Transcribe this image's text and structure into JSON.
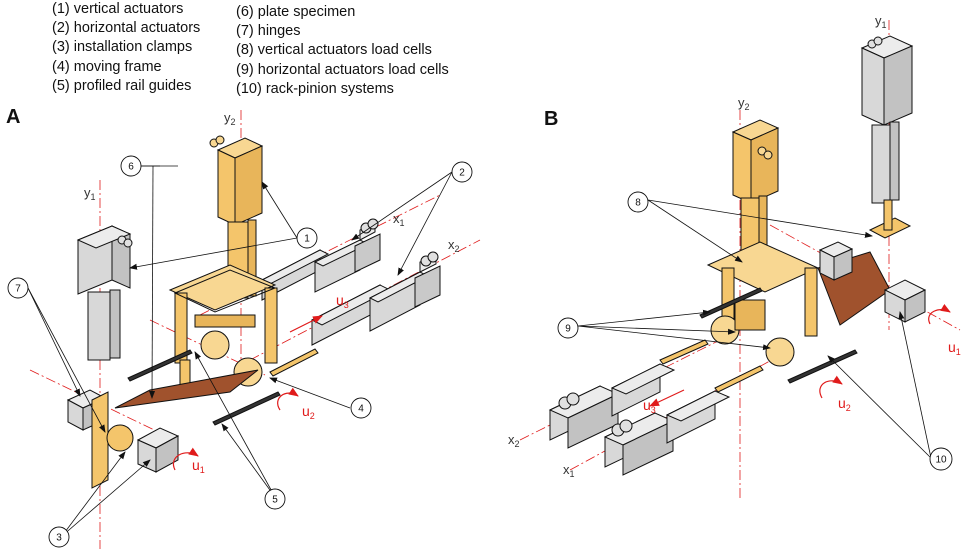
{
  "legend": {
    "col1": [
      "(1) vertical actuators",
      "(2) horizontal actuators",
      "(3) installation clamps",
      "(4) moving frame",
      "(5) profiled rail guides"
    ],
    "col2": [
      "(6) plate specimen",
      "(7) hinges",
      "(8) vertical actuators load cells",
      "(9) horizontal actuators load cells",
      "(10) rack-pinion systems"
    ]
  },
  "panels": {
    "a": {
      "letter": "A",
      "callouts": [
        "1",
        "2",
        "3",
        "4",
        "5",
        "6",
        "7"
      ],
      "axes": {
        "y1": "y",
        "y1_sub": "1",
        "y2": "y",
        "y2_sub": "2",
        "x1": "x",
        "x1_sub": "1",
        "x2": "x",
        "x2_sub": "2"
      },
      "disp": {
        "u1": "u",
        "u1_sub": "1",
        "u2": "u",
        "u2_sub": "2",
        "u3": "u",
        "u3_sub": "3"
      }
    },
    "b": {
      "letter": "B",
      "callouts": [
        "8",
        "9",
        "10"
      ],
      "axes": {
        "y1": "y",
        "y1_sub": "1",
        "y2": "y",
        "y2_sub": "2",
        "x1": "x",
        "x1_sub": "1",
        "x2": "x",
        "x2_sub": "2"
      },
      "disp": {
        "u1": "u",
        "u1_sub": "1",
        "u2": "u",
        "u2_sub": "2",
        "u3": "u",
        "u3_sub": "3"
      }
    }
  },
  "colors": {
    "actuator_gray": "#d8d8d8",
    "frame_yellow": "#f4c56b",
    "specimen_brown": "#a0522d",
    "axis_red": "#e01b1b",
    "outline": "#111111"
  }
}
